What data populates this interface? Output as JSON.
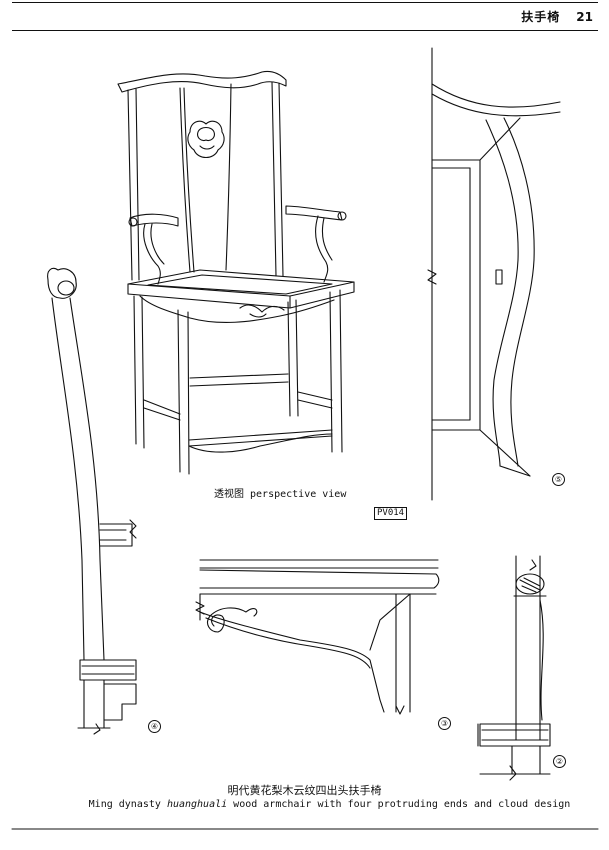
{
  "header": {
    "title": "扶手椅",
    "page": "21"
  },
  "figure": {
    "perspective_label": "透视图 perspective view",
    "code": "PV014",
    "detail_numbers": [
      "⑤",
      "④",
      "③",
      "②"
    ]
  },
  "caption": {
    "zh": "明代黄花梨木云纹四出头扶手椅",
    "en_prefix": "Ming dynasty ",
    "en_italic": "huanghuali",
    "en_suffix": " wood armchair with four protruding ends and cloud design"
  }
}
